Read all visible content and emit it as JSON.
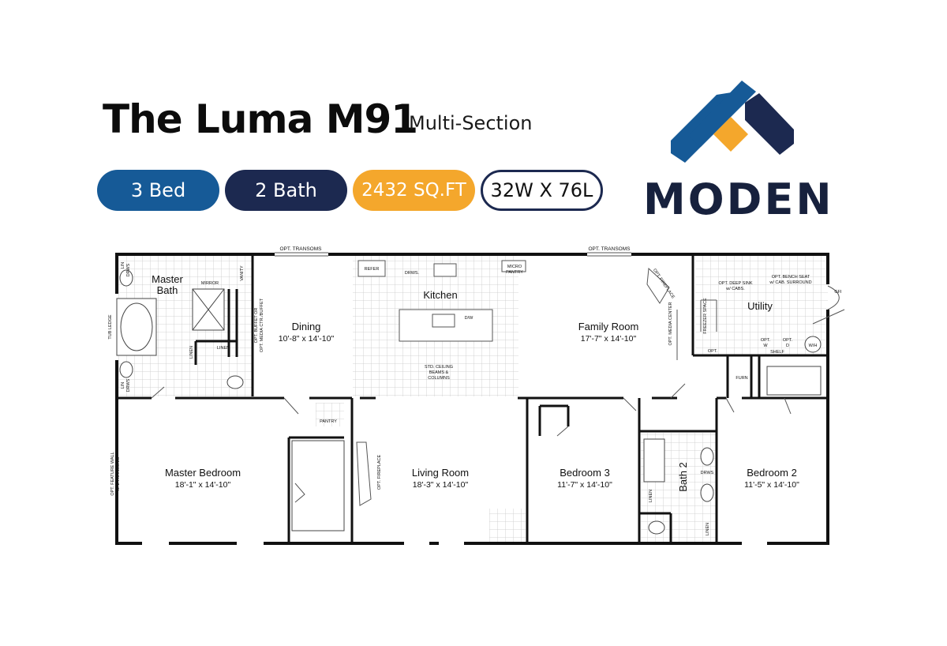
{
  "header": {
    "title": "The Luma M91",
    "subtitle": "Multi-Section"
  },
  "badges": {
    "beds": "3 Bed",
    "baths": "2 Bath",
    "sqft": "2432 SQ.FT",
    "dimensions": "32W X 76L"
  },
  "brand": {
    "name": "MODEN",
    "colors": {
      "blue": "#165a97",
      "navy": "#1c2950",
      "orange": "#f4a72c"
    }
  },
  "rooms": {
    "master_bath": {
      "line1": "Master",
      "line2": "Bath"
    },
    "dining": {
      "name": "Dining",
      "dims": "10'-8\" x 14'-10\""
    },
    "kitchen": {
      "name": "Kitchen"
    },
    "family_room": {
      "name": "Family Room",
      "dims": "17'-7\" x 14'-10\""
    },
    "utility": {
      "name": "Utility"
    },
    "master_bedroom": {
      "name": "Master Bedroom",
      "dims": "18'-1\" x 14'-10\""
    },
    "living_room": {
      "name": "Living Room",
      "dims": "18'-3\" x 14'-10\""
    },
    "bedroom_3": {
      "name": "Bedroom 3",
      "dims": "11'-7\" x 14'-10\""
    },
    "bath_2": {
      "name": "Bath 2"
    },
    "bedroom_2": {
      "name": "Bedroom 2",
      "dims": "11'-5\" x 14'-10\""
    }
  },
  "labels": {
    "opt_transoms": "OPT. TRANSOMS",
    "lin": "LIN",
    "drws": "DRWS",
    "drws_dot": "DRWS.",
    "mirror": "MIRROR",
    "vanity": "VANITY",
    "tub_ledge": "TUB LEDGE",
    "linen": "LINEN",
    "opt_buffet_1": "OPT. BUFFET OR",
    "opt_buffet_2": "OPT. MEDIA CTR./BUFFET",
    "refer": "REFER",
    "micro": "MICRO",
    "pantry": "PANTRY",
    "dw": "D/W",
    "std_ceiling_1": "STD. CEILING",
    "std_ceiling_2": "BEAMS &",
    "std_ceiling_3": "COLUMNS",
    "opt_fireplace": "OPT. FIREPLACE",
    "opt_media_center": "OPT. MEDIA CENTER",
    "opt_deep_sink_1": "OPT. DEEP SINK",
    "opt_deep_sink_2": "w/ CABS.",
    "opt_bench_1": "OPT. BENCH SEAT",
    "opt_bench_2": "w/ CAB. SURROUND",
    "gfi": "GFI",
    "freezer": "FREEZER SPACE",
    "opt": "OPT.",
    "w": "W",
    "d": "D",
    "shelf": "SHELF",
    "wh": "W/H",
    "furn": "FURN",
    "opt_feature_wall_1": "OPT. FEATURE WALL",
    "opt_feature_wall_2": "w/ 2 TRANSOMS"
  }
}
